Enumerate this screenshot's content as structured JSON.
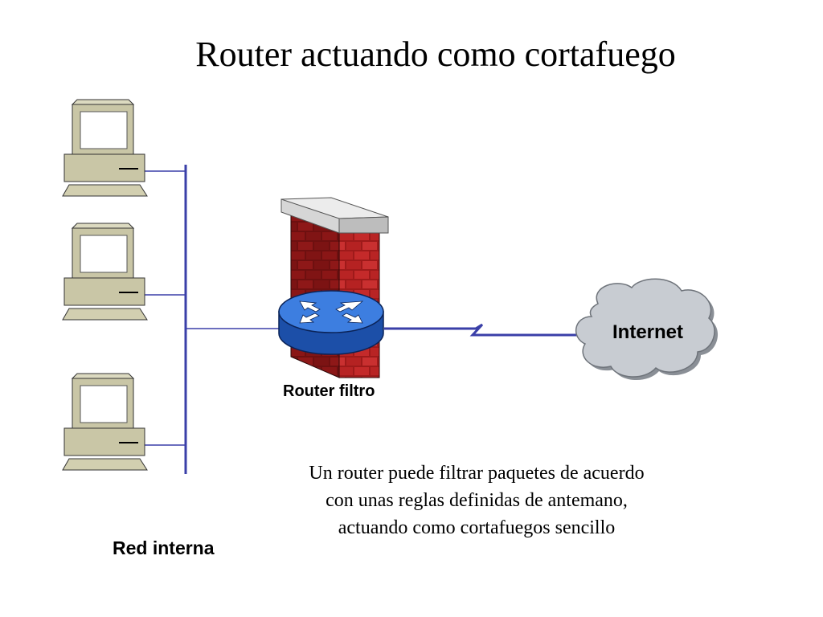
{
  "title": "Router actuando como cortafuego",
  "router_label": "Router filtro",
  "internet_label": "Internet",
  "network_label": "Red interna",
  "caption": [
    "Un router puede filtrar paquetes de acuerdo",
    "con unas reglas definidas de antemano,",
    "actuando como cortafuegos sencillo"
  ],
  "icons": [
    "computer-icon",
    "computer-icon",
    "computer-icon",
    "firewall-icon",
    "router-icon",
    "cloud-icon"
  ],
  "colors": {
    "link": "#3a3fa8",
    "brick": "#b01e1e",
    "router": "#2f6fd6",
    "cloud": "#c8ccd2",
    "computer": "#c9c6a6"
  }
}
